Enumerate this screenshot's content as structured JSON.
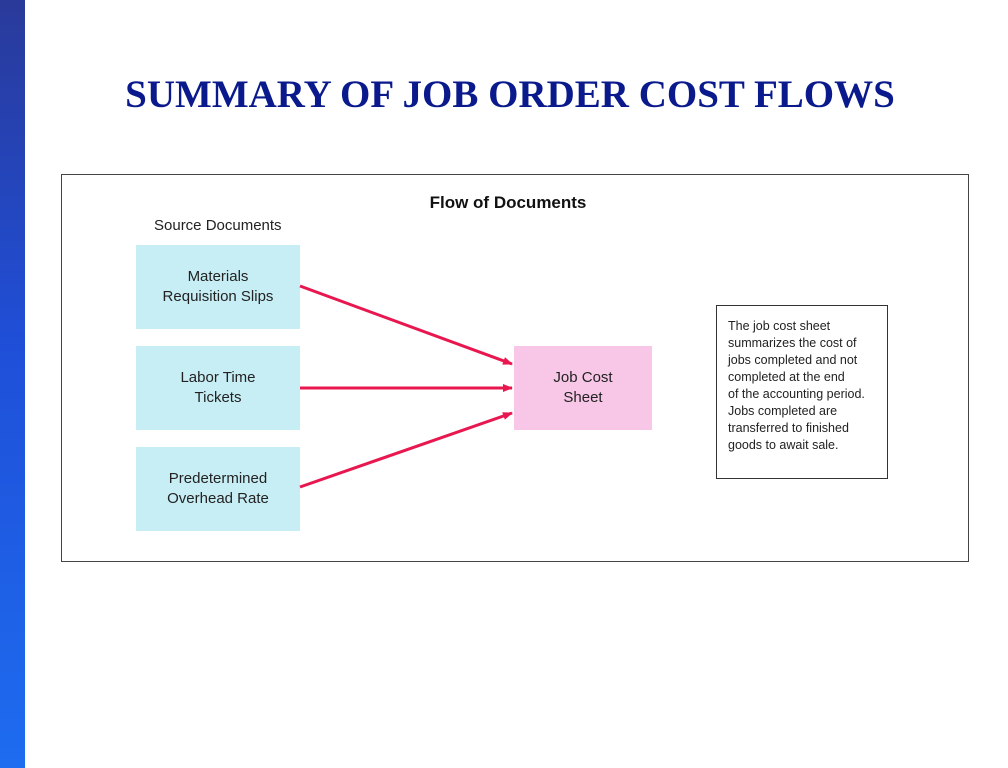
{
  "slide": {
    "title": "SUMMARY OF JOB ORDER COST FLOWS",
    "accent_bar_color": "#1f4fd8",
    "title_color": "#0a1a8c"
  },
  "diagram": {
    "title": "Flow of Documents",
    "source_label": "Source Documents",
    "sources": [
      {
        "label": "Materials\nRequisition Slips"
      },
      {
        "label": "Labor Time\nTickets"
      },
      {
        "label": "Predetermined\nOverhead Rate"
      }
    ],
    "target": {
      "label": "Job Cost\nSheet"
    },
    "note": "The job cost sheet\nsummarizes the cost of\njobs completed and not\ncompleted at the end\nof the accounting period.\nJobs completed are\ntransferred to finished\ngoods to await sale.",
    "colors": {
      "source_fill": "#c8eef5",
      "target_fill": "#f8c6e6",
      "arrow": "#e8174f"
    }
  }
}
